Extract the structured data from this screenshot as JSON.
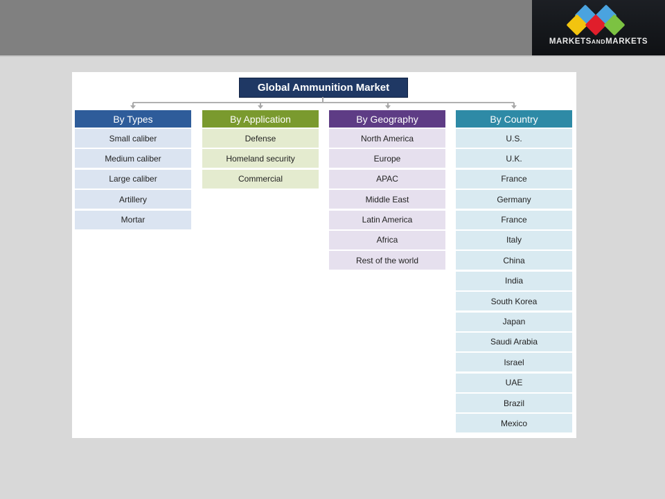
{
  "header": {
    "brand": {
      "name_part1": "MARKETS",
      "name_and": "AND",
      "name_part2": "MARKETS",
      "logo_colors": [
        "#4aa3df",
        "#f2c40f",
        "#e01e2b",
        "#7cc242"
      ]
    }
  },
  "diagram": {
    "root": {
      "label": "Global Ammunition Market",
      "color": "#1f3864"
    },
    "categories": [
      {
        "label": "By Types",
        "header_color": "#2e5c9a",
        "item_color": "#dbe4f1",
        "items": [
          "Small caliber",
          "Medium caliber",
          "Large caliber",
          "Artillery",
          "Mortar"
        ]
      },
      {
        "label": "By Application",
        "header_color": "#7a9a2e",
        "item_color": "#e4ebcf",
        "items": [
          "Defense",
          "Homeland security",
          "Commercial"
        ]
      },
      {
        "label": "By Geography",
        "header_color": "#5e3c85",
        "item_color": "#e6e0ee",
        "items": [
          "North America",
          "Europe",
          "APAC",
          "Middle East",
          "Latin America",
          "Africa",
          "Rest of the world"
        ]
      },
      {
        "label": "By Country",
        "header_color": "#2e8aa6",
        "item_color": "#d9eaf1",
        "items": [
          "U.S.",
          "U.K.",
          "France",
          "Germany",
          "France",
          "Italy",
          "China",
          "India",
          "South Korea",
          "Japan",
          "Saudi Arabia",
          "Israel",
          "UAE",
          "Brazil",
          "Mexico"
        ]
      }
    ]
  }
}
